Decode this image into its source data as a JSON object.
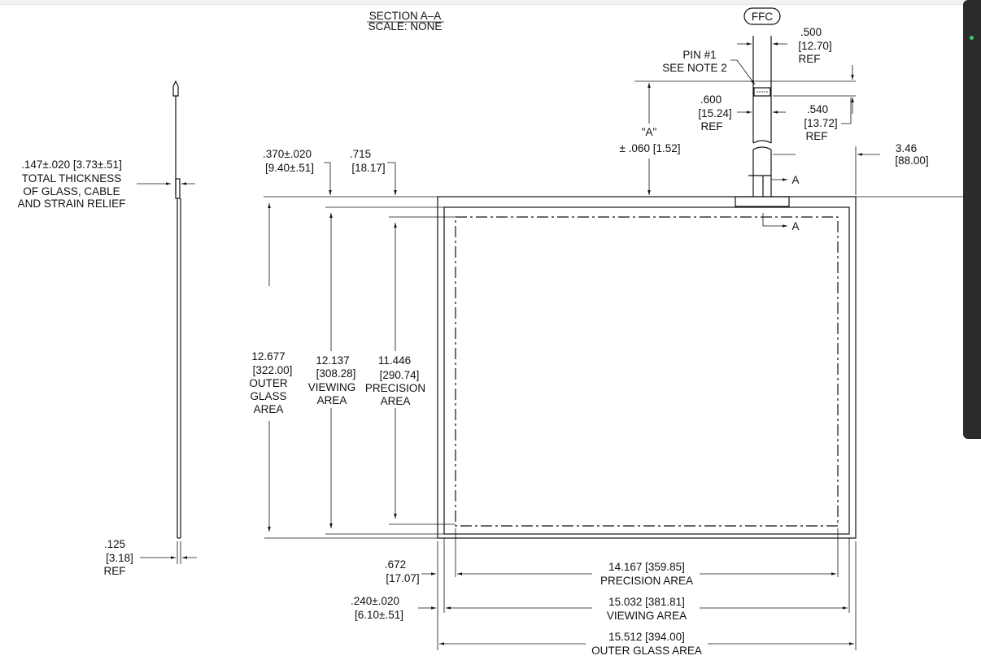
{
  "section": {
    "title": "SECTION A–A",
    "scale": "SCALE: NONE"
  },
  "ffc": {
    "label": "FFC"
  },
  "pin": {
    "line1": "PIN #1",
    "line2": "SEE NOTE 2"
  },
  "dim_500": {
    "value": ".500",
    "metric": "[12.70]",
    "ref": "REF"
  },
  "dim_600": {
    "value": ".600",
    "metric": "[15.24]",
    "ref": "REF"
  },
  "dim_540": {
    "value": ".540",
    "metric": "[13.72]",
    "ref": "REF"
  },
  "dim_a": {
    "label": "\"A\"",
    "tol": "± .060 [1.52]"
  },
  "dim_346": {
    "value": "3.46",
    "metric": "[88.00]"
  },
  "section_marker": {
    "letter": "A"
  },
  "thickness": {
    "line1": ".147±.020 [3.73±.51]",
    "line2": "TOTAL THICKNESS",
    "line3": "OF GLASS, CABLE",
    "line4": "AND STRAIN RELIEF"
  },
  "dim_125": {
    "value": ".125",
    "metric": "[3.18]",
    "ref": "REF"
  },
  "dim_370": {
    "value": ".370±.020",
    "metric": "[9.40±.51]"
  },
  "dim_715": {
    "value": ".715",
    "metric": "[18.17]"
  },
  "outer_height": {
    "value": "12.677",
    "metric": "[322.00]",
    "line1": "OUTER",
    "line2": "GLASS",
    "line3": "AREA"
  },
  "viewing_height": {
    "value": "12.137",
    "metric": "[308.28]",
    "line1": "VIEWING",
    "line2": "AREA"
  },
  "precision_height": {
    "value": "11.446",
    "metric": "[290.74]",
    "line1": "PRECISION",
    "line2": "AREA"
  },
  "dim_672": {
    "value": ".672",
    "metric": "[17.07]"
  },
  "dim_240": {
    "value": ".240±.020",
    "metric": "[6.10±.51]"
  },
  "precision_width": {
    "value": "14.167 [359.85]",
    "label": "PRECISION AREA"
  },
  "viewing_width": {
    "value": "15.032 [381.81]",
    "label": "VIEWING AREA"
  },
  "outer_width": {
    "value": "15.512 [394.00]",
    "label": "OUTER GLASS AREA"
  }
}
